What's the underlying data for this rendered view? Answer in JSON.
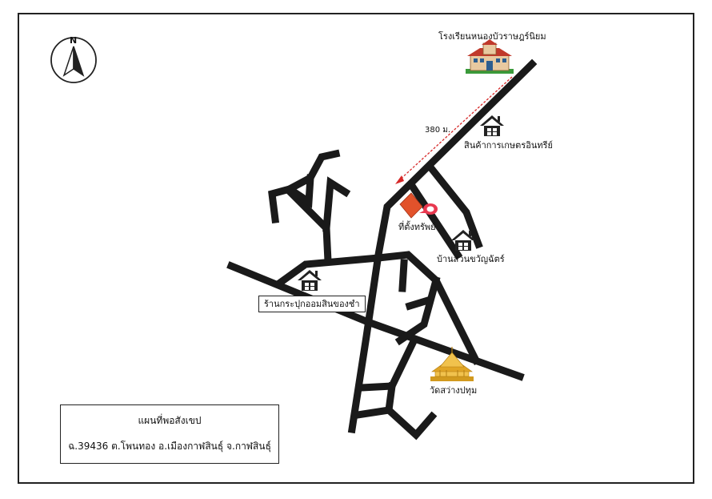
{
  "map": {
    "north_label": "N",
    "school_label": "โรงเรียนหนองบัวราษฎร์นิยม",
    "distance_label": "380 ม.",
    "organic_shop_label": "สินค้าการเกษตรอินทรีย์",
    "property_label": "ที่ตั้งทรัพย์",
    "house_label": "บ้านสวนขวัญฉัตร์",
    "store_label": "ร้านกระปุกออมสินของชำ",
    "temple_label": "วัดสว่างปทุม",
    "colors": {
      "road": "#1a1a1a",
      "property": "#e2522b",
      "pin": "#e8384f",
      "route_arrow": "#d62828",
      "temple": "#e0a526",
      "school_roof": "#c0392b"
    }
  },
  "legend": {
    "title": "แผนที่พอสังเขป",
    "location": "ฉ.39436 ต.โพนทอง อ.เมืองกาฬสินธุ์ จ.กาฬสินธุ์"
  }
}
